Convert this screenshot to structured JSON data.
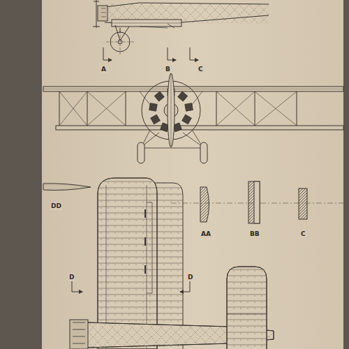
{
  "diagram": {
    "labels": [
      "A",
      "B",
      "C",
      "DD",
      "AA",
      "BB",
      "C",
      "D",
      "D"
    ]
  }
}
